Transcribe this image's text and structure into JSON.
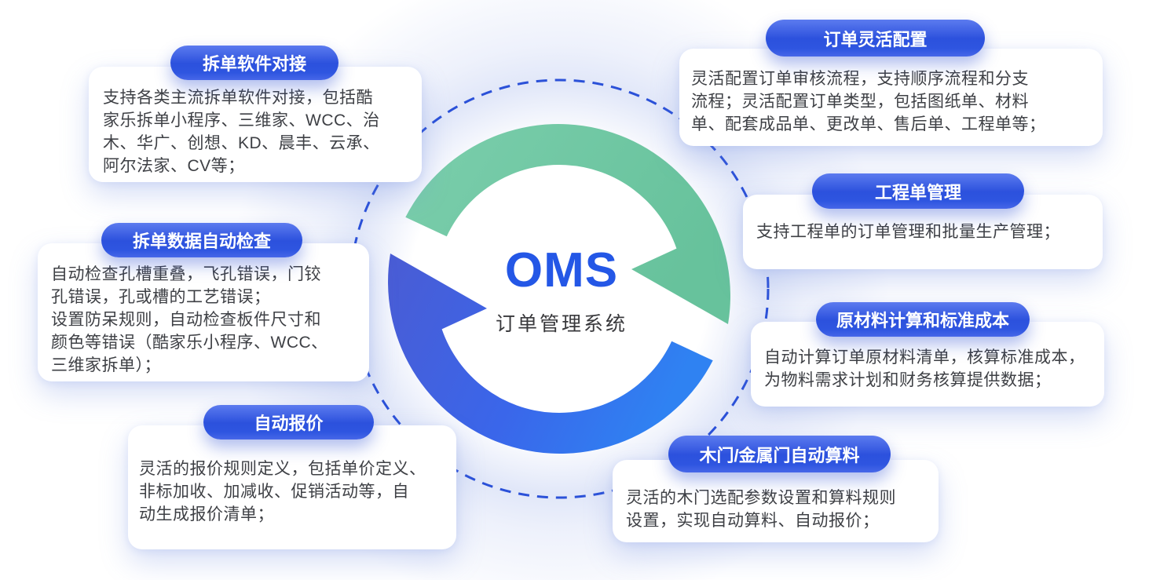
{
  "center": {
    "acronym": "OMS",
    "subtitle": "订单管理系统"
  },
  "colors": {
    "green_arc": "#72C8A4",
    "blue_arc_dark": "#4A5CD4",
    "blue_arc_bright": "#2F82F2",
    "badge_blue": "#2D53E0",
    "dashed_circle": "#2B51D8",
    "oms_text": "#2457E6",
    "body_text": "#3E4045",
    "card_background": "#FFFFFF"
  },
  "cards": [
    {
      "id": "split-software",
      "title": "拆单软件对接",
      "body": "支持各类主流拆单软件对接，包括酷\n家乐拆单小程序、三维家、WCC、治\n木、华广、创想、KD、晨丰、云承、\n阿尔法家、CV等；"
    },
    {
      "id": "data-check",
      "title": "拆单数据自动检查",
      "body": "自动检查孔槽重叠，飞孔错误，门铰\n孔错误，孔或槽的工艺错误；\n设置防呆规则，自动检查板件尺寸和\n颜色等错误（酷家乐小程序、WCC、\n三维家拆单）；"
    },
    {
      "id": "auto-quote",
      "title": "自动报价",
      "body": "灵活的报价规则定义，包括单价定义、\n非标加收、加减收、促销活动等，自\n动生成报价清单；"
    },
    {
      "id": "order-config",
      "title": "订单灵活配置",
      "body": "灵活配置订单审核流程，支持顺序流程和分支\n流程；灵活配置订单类型，包括图纸单、材料\n单、配套成品单、更改单、售后单、工程单等；"
    },
    {
      "id": "project-order",
      "title": "工程单管理",
      "body": "支持工程单的订单管理和批量生产管理；"
    },
    {
      "id": "material-cost",
      "title": "原材料计算和标准成本",
      "body": "自动计算订单原材料清单，核算标准成本，\n为物料需求计划和财务核算提供数据；"
    },
    {
      "id": "door-calc",
      "title": "木门/金属门自动算料",
      "body": "灵活的木门选配参数设置和算料规则\n设置，实现自动算料、自动报价；"
    }
  ]
}
